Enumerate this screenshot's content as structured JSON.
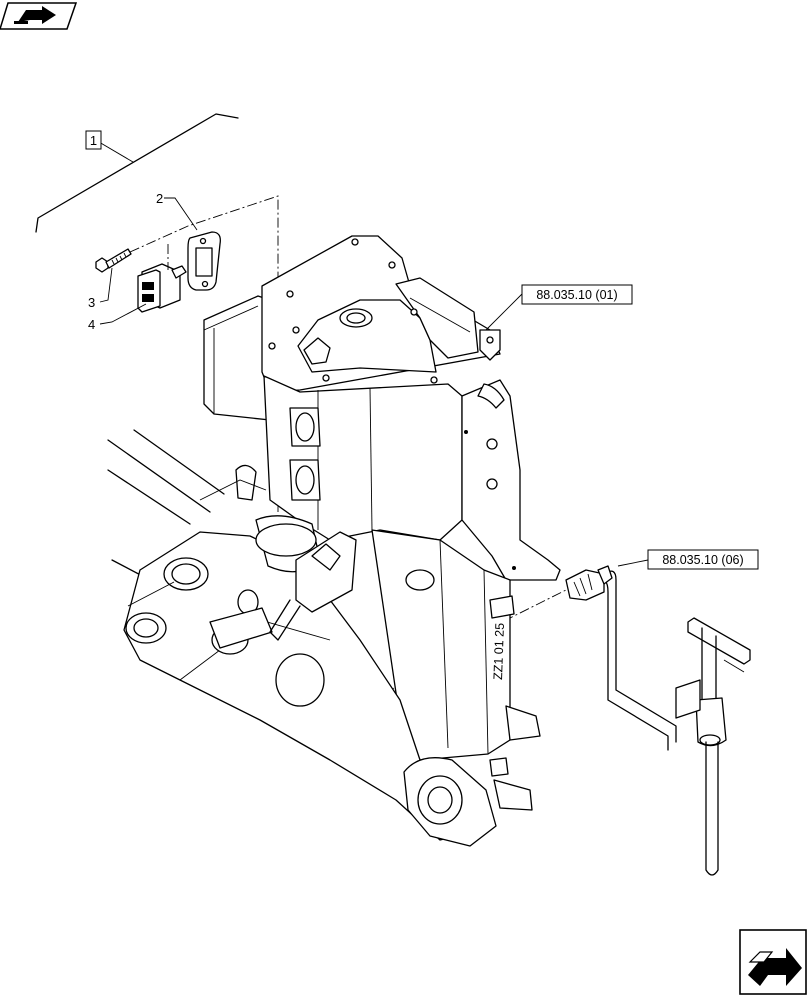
{
  "callouts": {
    "assembly": "1",
    "plate": "2",
    "bolt": "3",
    "switch": "4"
  },
  "references": {
    "upper": "88.035.10 (01)",
    "lower": "88.035.10 (06)"
  },
  "part_marking": "ZZ1 01 25",
  "icons": {
    "nav_top_left": "arrow-previous-icon",
    "nav_bottom_right": "arrow-next-icon"
  }
}
